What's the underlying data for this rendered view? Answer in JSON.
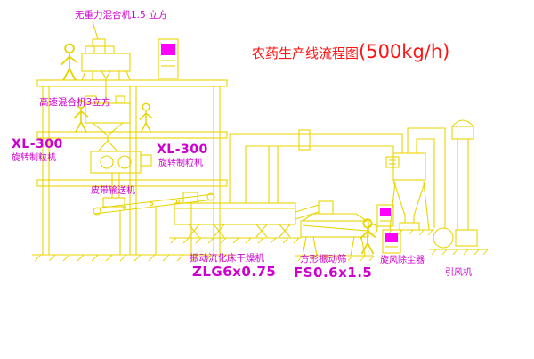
{
  "title": {
    "main": "农药生产线流程图",
    "capacity": "(500kg/h)"
  },
  "equipment_labels": {
    "gravity_mixer": "无重力混合机1.5 立方",
    "high_speed_mixer": "高速混合机3立方",
    "granulator_left_model": "XL-300",
    "granulator_left_name": "旋转制粒机",
    "granulator_right_model": "XL-300",
    "granulator_right_name": "旋转制粒机",
    "belt_conveyor": "皮带输送机",
    "fluid_bed_dryer": "振动流化床干燥机",
    "fluid_bed_dryer_model": "ZLG6x0.75",
    "vibrating_screen": "方形振动筛",
    "vibrating_screen_model": "FS0.6x1.5",
    "cyclone": "旋风除尘器",
    "fan": "引风机"
  },
  "colors": {
    "line": "#e8d400",
    "label": "#cf00cf",
    "title": "#ff1414",
    "panel_accent": "#ff00ff",
    "background": "#ffffff"
  }
}
